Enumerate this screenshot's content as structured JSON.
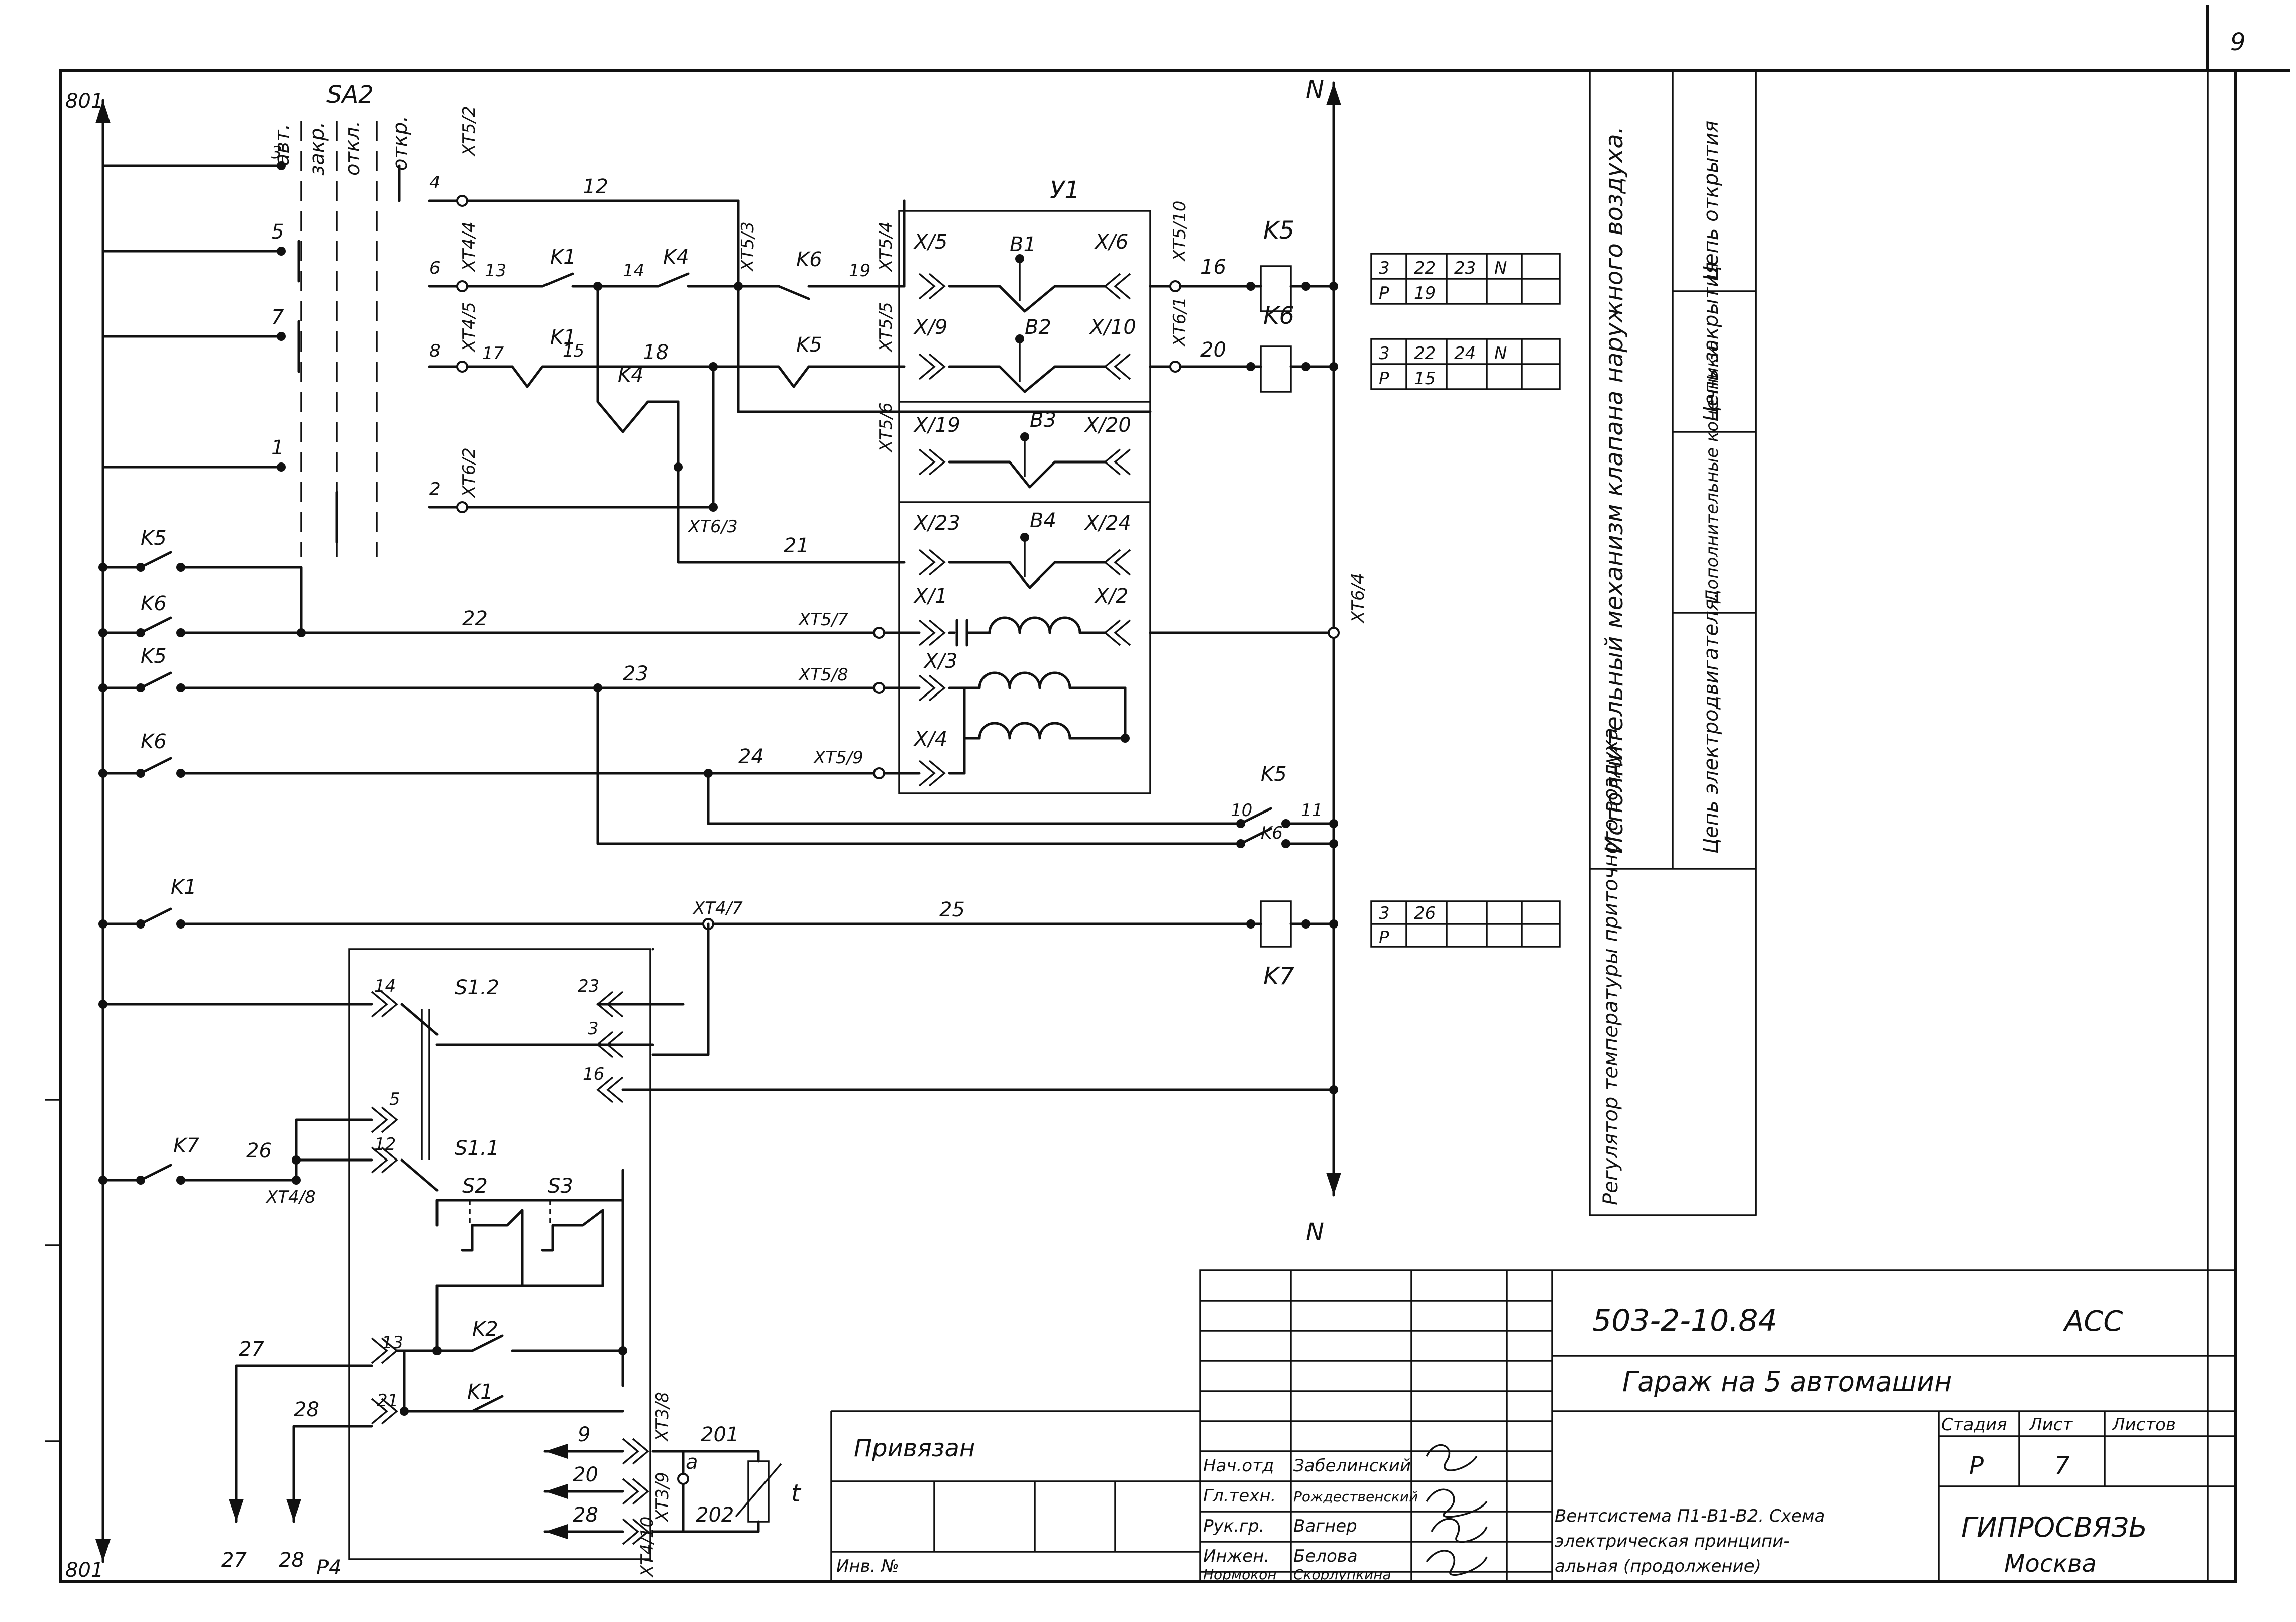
{
  "sheet": {
    "page_number": "9",
    "bus_labels": {
      "bus_left_top": "801",
      "bus_left_bottom": "801",
      "neutral_top": "N",
      "neutral_bottom": "N"
    },
    "bottom_terminals": [
      "27",
      "28",
      "P4"
    ]
  },
  "switch_sa2": {
    "title": "SA2",
    "positions": [
      "авт.",
      "закр.",
      "откл.",
      "откр."
    ],
    "contacts": [
      "3",
      "5",
      "7",
      "1",
      "4",
      "6",
      "8",
      "2"
    ]
  },
  "device_y1": {
    "title": "У1",
    "limit_switches": [
      "В1",
      "В2",
      "В3",
      "В4"
    ],
    "connectors": [
      "X/5",
      "X/6",
      "X/9",
      "X/10",
      "X/19",
      "X/20",
      "X/23",
      "X/24",
      "X/1",
      "X/2",
      "X/3",
      "X/4"
    ]
  },
  "relays": [
    "K1",
    "K4",
    "K5",
    "K6",
    "K7"
  ],
  "terminals": [
    "XT5/2",
    "XT4/4",
    "XT4/5",
    "XT6/2",
    "XT5/3",
    "XT5/4",
    "XT5/5",
    "XT5/6",
    "XT6/3",
    "XT5/10",
    "XT6/1",
    "XT6/4",
    "XT5/7",
    "XT5/8",
    "XT5/9",
    "XT4/7",
    "XT4/8",
    "XT3/8",
    "XT3/9",
    "XT4/10"
  ],
  "wire_numbers": [
    "12",
    "13",
    "14",
    "15",
    "16",
    "17",
    "18",
    "19",
    "20",
    "21",
    "22",
    "23",
    "24",
    "25",
    "26",
    "27",
    "28",
    "9",
    "10",
    "11",
    "201",
    "202",
    "a"
  ],
  "regulator": {
    "switches": [
      "S1.2",
      "S1.1",
      "S2",
      "S3",
      "K2",
      "K1"
    ],
    "pins": [
      "14",
      "5",
      "12",
      "13",
      "21",
      "23",
      "3",
      "16",
      "9",
      "20",
      "28"
    ],
    "sensor": "t"
  },
  "contact_tables": [
    {
      "row1": [
        "3",
        "22",
        "23",
        "N"
      ],
      "row2": [
        "P",
        "19",
        "",
        ""
      ]
    },
    {
      "row1": [
        "3",
        "22",
        "24",
        "N"
      ],
      "row2": [
        "P",
        "15",
        "",
        ""
      ]
    },
    {
      "row1": [
        "3",
        "26",
        "",
        ""
      ],
      "row2": [
        "P",
        "",
        "",
        ""
      ]
    }
  ],
  "side_descriptions": {
    "actuator": "Исполнительный механизм клапана наружного воздуха.",
    "motor_circuit": "Цепь электродвигателя.",
    "limit_circuit": "Дополнительные конечники.",
    "close_circuit": "Цепь закрытия",
    "open_circuit": "Цепь открытия",
    "regulator": "Регулятор температуры приточного воздуха"
  },
  "title_block": {
    "doc_code": "503-2-10.84",
    "mark": "АСС",
    "project_title": "Гараж на 5 автомашин",
    "stage_header": "Стадия",
    "sheet_header": "Лист",
    "sheets_header": "Листов",
    "stage": "Р",
    "sheet": "7",
    "sheets": "",
    "drawing_name_1": "Вентсистема П1-В1-В2. Схема",
    "drawing_name_2": "электрическая принципи-",
    "drawing_name_3": "альная (продолжение)",
    "org_1": "ГИПРОСВЯЗЬ",
    "org_2": "Москва",
    "linked": "Привязан",
    "inv": "Инв. №",
    "roles": [
      "Нач.отд",
      "Гл.техн.",
      "Рук.гр.",
      "Инжен.",
      "Нормокон"
    ],
    "names": [
      "Забелинский",
      "Рождественский",
      "Вагнер",
      "Белова",
      "Скорлупкина"
    ]
  }
}
